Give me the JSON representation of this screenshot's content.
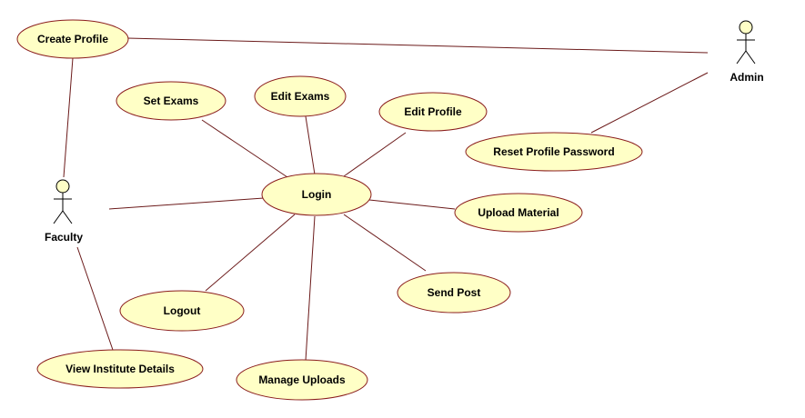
{
  "actors": {
    "admin": {
      "label": "Admin"
    },
    "faculty": {
      "label": "Faculty"
    }
  },
  "use_cases": {
    "create_profile": "Create Profile",
    "set_exams": "Set Exams",
    "edit_exams": "Edit Exams",
    "edit_profile": "Edit Profile",
    "reset_profile_password": "Reset Profile Password",
    "login": "Login",
    "upload_material": "Upload Material",
    "send_post": "Send Post",
    "logout": "Logout",
    "manage_uploads": "Manage Uploads",
    "view_institute_details": "View Institute Details"
  },
  "colors": {
    "use_case_fill": "#ffffc6",
    "use_case_border": "#8a1c1c",
    "association_line": "#6b1a1a"
  }
}
